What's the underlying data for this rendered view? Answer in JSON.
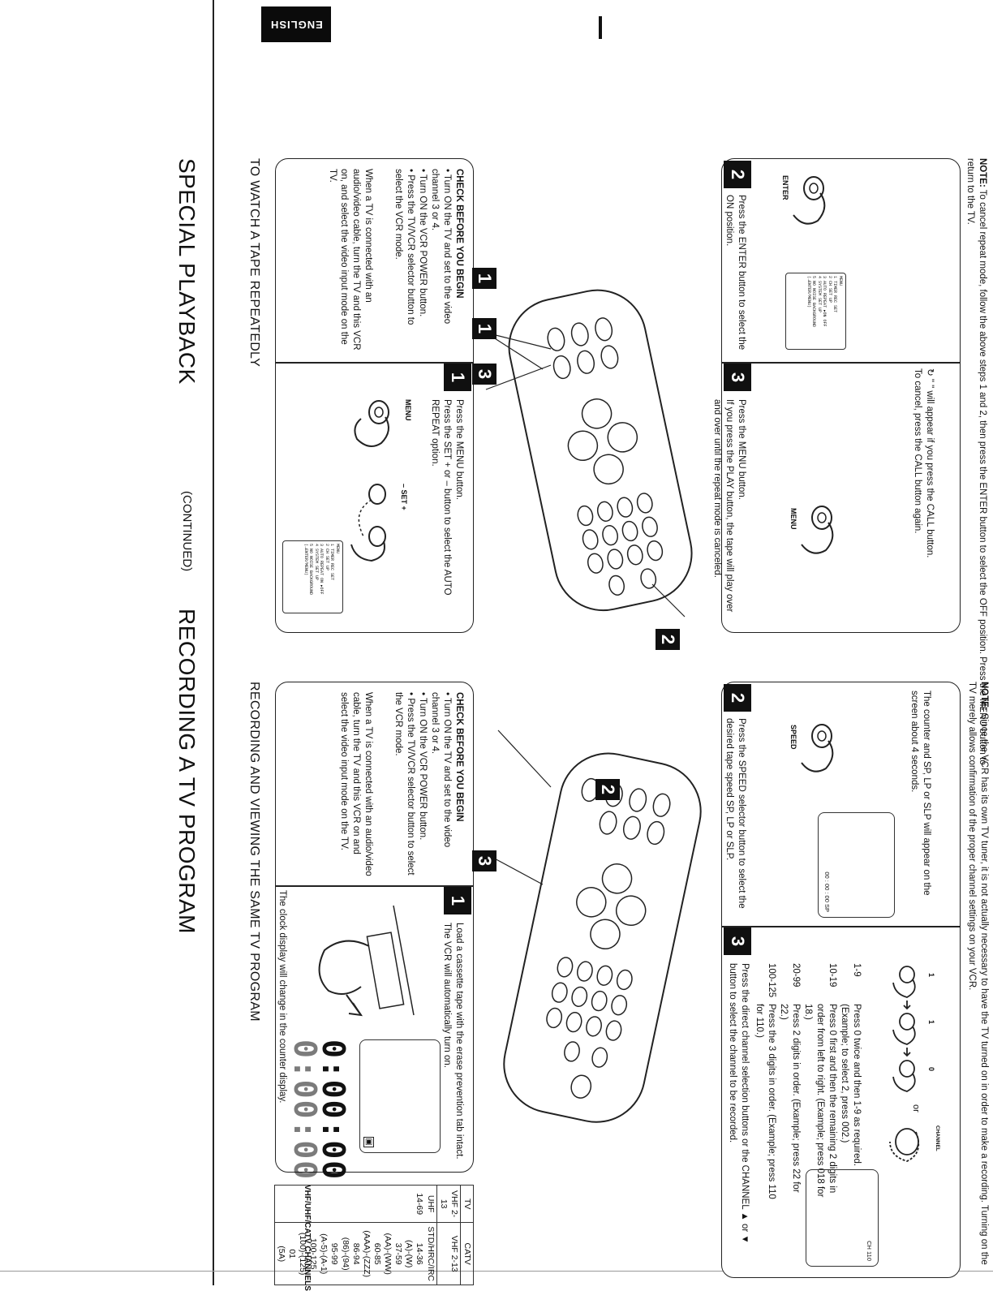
{
  "tab": {
    "language": "ENGLISH"
  },
  "left": {
    "title": "SPECIAL PLAYBACK",
    "subtitle": "TO WATCH A TAPE REPEATEDLY",
    "check": {
      "heading": "CHECK BEFORE YOU BEGIN",
      "items": [
        "• Turn ON the TV and set to the video channel 3 or 4.",
        "• Turn ON the VCR POWER button.",
        "• Press the TV/VCR selector button to select the VCR mode."
      ],
      "cable": "When a TV is connected with an audio/video cable, turn the TV and this VCR on, and select the video input mode on the TV."
    },
    "step1": {
      "num": "1",
      "lines": [
        "Press the MENU button.",
        "Press the SET + or – button to select the AUTO REPEAT option."
      ],
      "menu_label": "MENU",
      "set_label": "–   SET   +",
      "menu_screen": [
        "MENU",
        "1 TIMER REC SET",
        "2 CH SET UP",
        "3 AUTO REPEAT   ON  ▸OFF",
        "4 SYSTEM SET UP",
        "5 NO NOISE BACKGROUND",
        "",
        "(→ENTER/MENU)"
      ]
    },
    "step2": {
      "num": "2",
      "lines": [
        "Press the ENTER button to select the ON position."
      ],
      "enter_label": "ENTER",
      "menu_screen": [
        "MENU",
        "1 TIMER REC SET",
        "2 CH SET UP",
        "3 AUTO REPEAT ▸ON   OFF",
        "4 SYSTEM SET UP",
        "5 NO NOISE BACKGROUND",
        "",
        "(→ENTER/MENU)"
      ]
    },
    "step3": {
      "num": "3",
      "lines": [
        "Press the MENU button.",
        "If you press the PLAY button, the tape will play over and over until the repeat mode is canceled."
      ],
      "menu_label": "MENU",
      "call_note": "\" \" will appear if you press the CALL button.",
      "call_cancel": "To cancel, press the CALL button again."
    },
    "note_label": "NOTE:",
    "note": "To cancel repeat mode, follow the above steps 1 and 2, then press the ENTER button to select the OFF position. Press the MENU button to return to the TV.",
    "callouts": [
      "1",
      "3",
      "1",
      "2"
    ]
  },
  "right": {
    "continued": "(CONTINUED)",
    "title": "RECORDING A TV PROGRAM",
    "subtitle": "RECORDING AND VIEWING THE SAME TV PROGRAM",
    "check": {
      "heading": "CHECK BEFORE YOU BEGIN",
      "items": [
        "• Turn ON the TV and set to the video channel 3 or 4.",
        "• Turn ON the VCR POWER button.",
        "• Press the TV/VCR selector button to select the VCR mode."
      ],
      "cable": "When a TV is connected with an audio/video cable, turn the TV and this VCR on and select the video input mode on the TV."
    },
    "step1": {
      "num": "1",
      "lines": [
        "Load a cassette tape with the erase prevention tab intact.",
        "The VCR will automatically turn on."
      ],
      "display_off": "0:00:00",
      "display_on": "0:00:00",
      "clock_note": "The clock display will change in the counter display."
    },
    "step2": {
      "num": "2",
      "lines": [
        "Press the SPEED selector button to select the desired tape speed SP, LP or SLP."
      ],
      "speed_label": "SPEED",
      "screen_text": "00 : 00 : 00  SP",
      "counter_note": "The counter and SP, LP or SLP will appear on the screen about 4 seconds."
    },
    "step3": {
      "num": "3",
      "lines": [
        "Press the direct channel selection buttons or the CHANNEL ▲ or ▼ button to select the channel to be recorded."
      ],
      "ranges": [
        {
          "range": "1-9",
          "text": "Press 0 twice and then 1-9 as required. (Example; to select 2, press 002.)"
        },
        {
          "range": "10-19",
          "text": "Press 0 first and then the remaining 2 digits in order from left to right. (Example; press 018 for 18.)"
        },
        {
          "range": "20-99",
          "text": "Press 2 digits in order. (Example; press 22 for 22.)"
        },
        {
          "range": "100-125",
          "text": "Press the 3 digits in order. (Example; press 110 for 110.)"
        }
      ],
      "or_label": "or",
      "channel_label": "CHANNEL",
      "digits": [
        "1",
        "1",
        "0"
      ],
      "screen_text": "CH 110"
    },
    "table": {
      "title": "VHF/UHF/CATV CHANNELS",
      "head": [
        "TV",
        "CATV"
      ],
      "row1": [
        "VHF 2-13",
        "VHF 2-13"
      ],
      "row2_tv": "UHF 14-69",
      "row2_catv": [
        "STD/HRC/IRC",
        "14-36",
        "(A)-(W)",
        "37-59",
        "(AA)-(WW)",
        "60-85",
        "(AAA)-(ZZZ)",
        "86-94",
        "(86)-(94)",
        "95-99",
        "(A-5)-(A-1)",
        "100-125",
        "(100)-(125)",
        "01",
        "(5A)"
      ]
    },
    "note_label": "NOTE:",
    "note": "Since the VCR has its own TV tuner, it is not actually necessary to have the TV turned on in order to make a recording. Turning on the TV merely allows confirmation of the proper channel settings on your VCR.",
    "callouts": [
      "3",
      "2"
    ]
  }
}
